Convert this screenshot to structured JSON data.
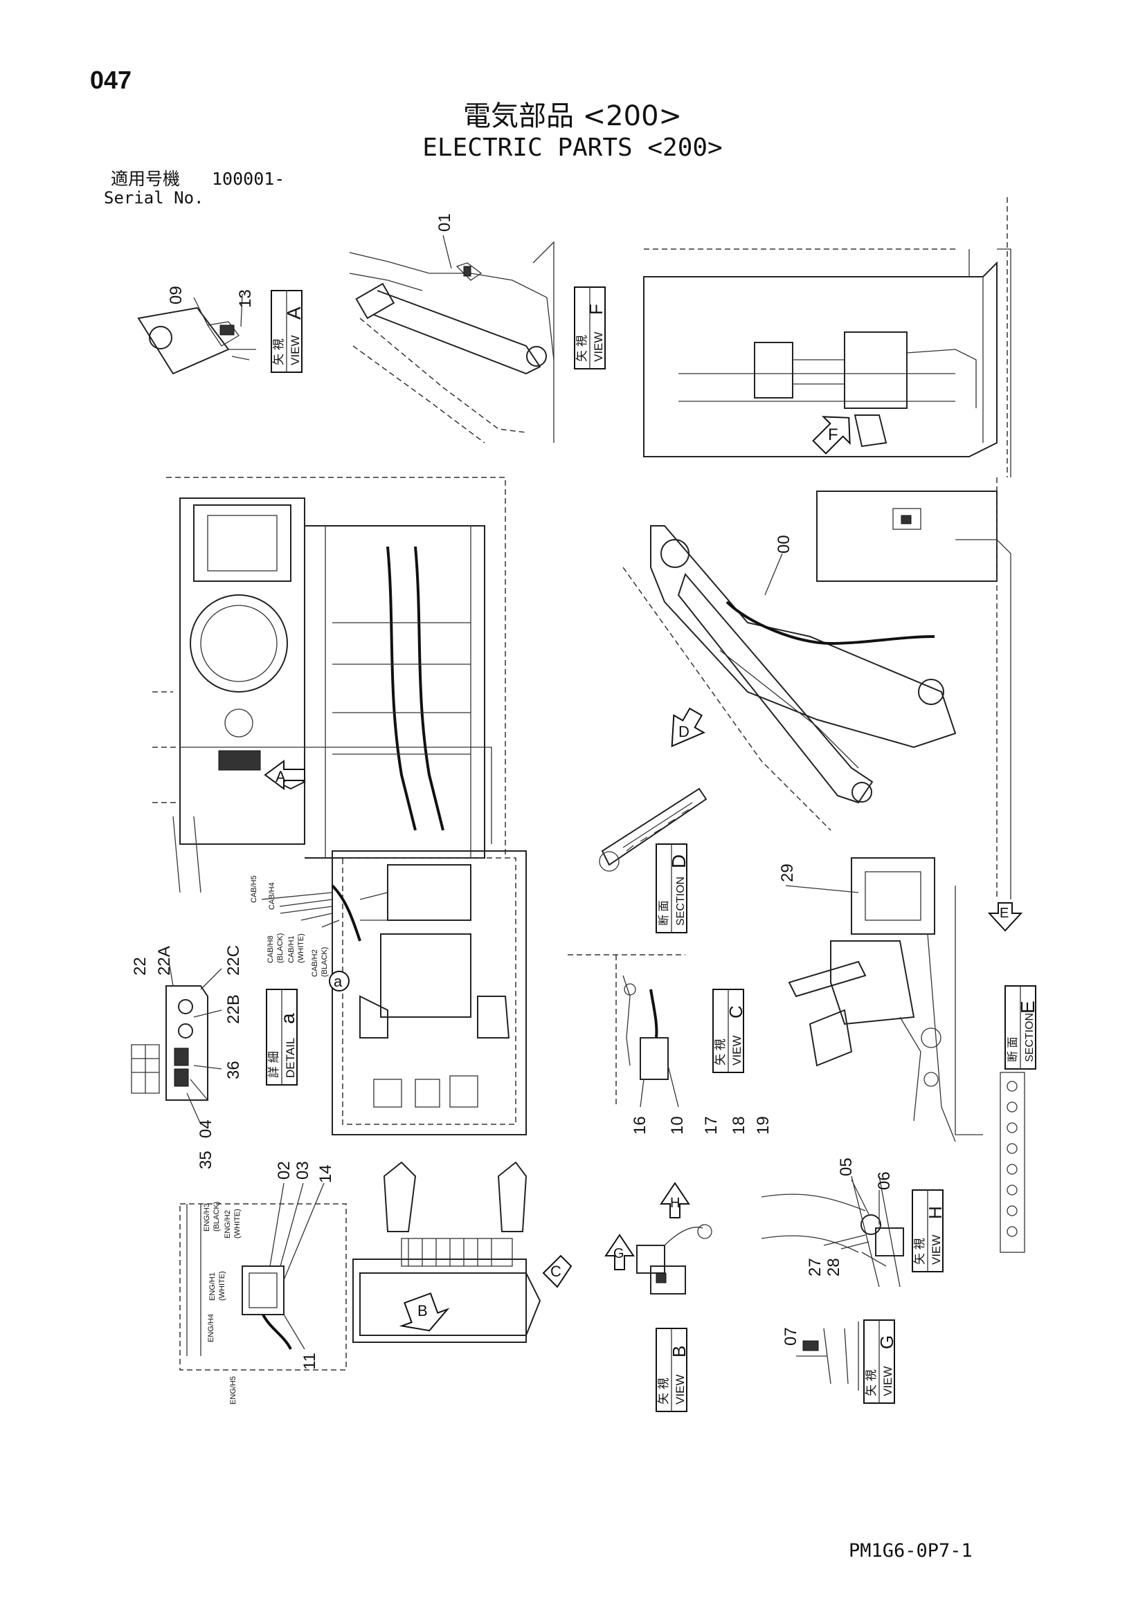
{
  "page_number": "047",
  "title_jp": "電気部品 <200>",
  "title_en": "ELECTRIC PARTS <200>",
  "serial": {
    "label_jp": "適用号機",
    "value": "100001-",
    "label_en": "Serial No."
  },
  "drawing_code": "PM1G6-0P7-1",
  "views": {
    "A": {
      "jp": "矢 視",
      "en": "VIEW",
      "letter": "A"
    },
    "F": {
      "jp": "矢 視",
      "en": "VIEW",
      "letter": "F"
    },
    "C": {
      "jp": "矢 視",
      "en": "VIEW",
      "letter": "C"
    },
    "H": {
      "jp": "矢 視",
      "en": "VIEW",
      "letter": "H"
    },
    "B": {
      "jp": "矢 視",
      "en": "VIEW",
      "letter": "B"
    },
    "G": {
      "jp": "矢 視",
      "en": "VIEW",
      "letter": "G"
    }
  },
  "sections": {
    "D": {
      "jp": "断 面",
      "en": "SECTION",
      "letter": "D"
    },
    "E": {
      "jp": "断 面",
      "en": "SECTION",
      "letter": "E"
    }
  },
  "detail": {
    "jp": "詳 細",
    "en": "DETAIL",
    "letter": "a"
  },
  "callout_letters": {
    "a": "a",
    "A": "A",
    "B": "B",
    "C": "C",
    "D": "D",
    "E": "E",
    "F": "F",
    "G": "G",
    "H": "H"
  },
  "part_numbers": {
    "p00": "00",
    "p01": "01",
    "p02": "02",
    "p03": "03",
    "p04": "04",
    "p05": "05",
    "p06": "06",
    "p07": "07",
    "p09": "09",
    "p10": "10",
    "p11": "11",
    "p13": "13",
    "p14": "14",
    "p16": "16",
    "p17": "17",
    "p18": "18",
    "p19": "19",
    "p22": "22",
    "p22A": "22A",
    "p22B": "22B",
    "p22C": "22C",
    "p27": "27",
    "p28": "28",
    "p29": "29",
    "p35": "35",
    "p36": "36"
  },
  "connector_labels": {
    "cab_h5": "CAB/H5",
    "cab_h4": "CAB/H4",
    "cab_h8": "CAB/H8",
    "cab_h8_color": "(BLACK)",
    "cab_h1": "CAB/H1",
    "cab_h1_color": "(WHITE)",
    "cab_h2": "CAB/H2",
    "cab_h2_color": "(BLACK)",
    "eng_h1": "ENG/H1",
    "eng_h1_color": "(WHITE)",
    "eng_h2": "ENG/H2",
    "eng_h2_color": "(WHITE)",
    "eng_h3": "ENG/H3",
    "eng_h3_color": "(BLACK)",
    "eng_h4": "ENG/H4",
    "eng_h5": "ENG/H5"
  }
}
